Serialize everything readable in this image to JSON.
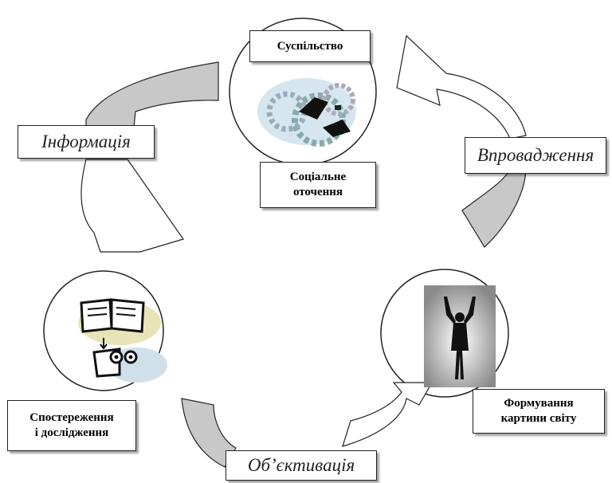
{
  "nodes": {
    "society": {
      "label": "Суспільство"
    },
    "social_environment": {
      "lines": [
        "Соціальне",
        "оточення"
      ]
    },
    "observation": {
      "lines": [
        "Спостереження",
        "і дослідження"
      ]
    },
    "worldview": {
      "lines": [
        "Формування",
        "картини світу"
      ]
    }
  },
  "arrows": {
    "information": {
      "label": "Інформація"
    },
    "implementation": {
      "label": "Впровадження"
    },
    "objectification": {
      "label": "Об’єктивація"
    }
  },
  "icons": [
    "gears-runners-clipart",
    "open-book-clipart",
    "observer-face-clipart",
    "raised-arms-silhouette"
  ],
  "colors": {
    "arrow_fill": "#c8c8c8",
    "stroke": "#222222"
  }
}
